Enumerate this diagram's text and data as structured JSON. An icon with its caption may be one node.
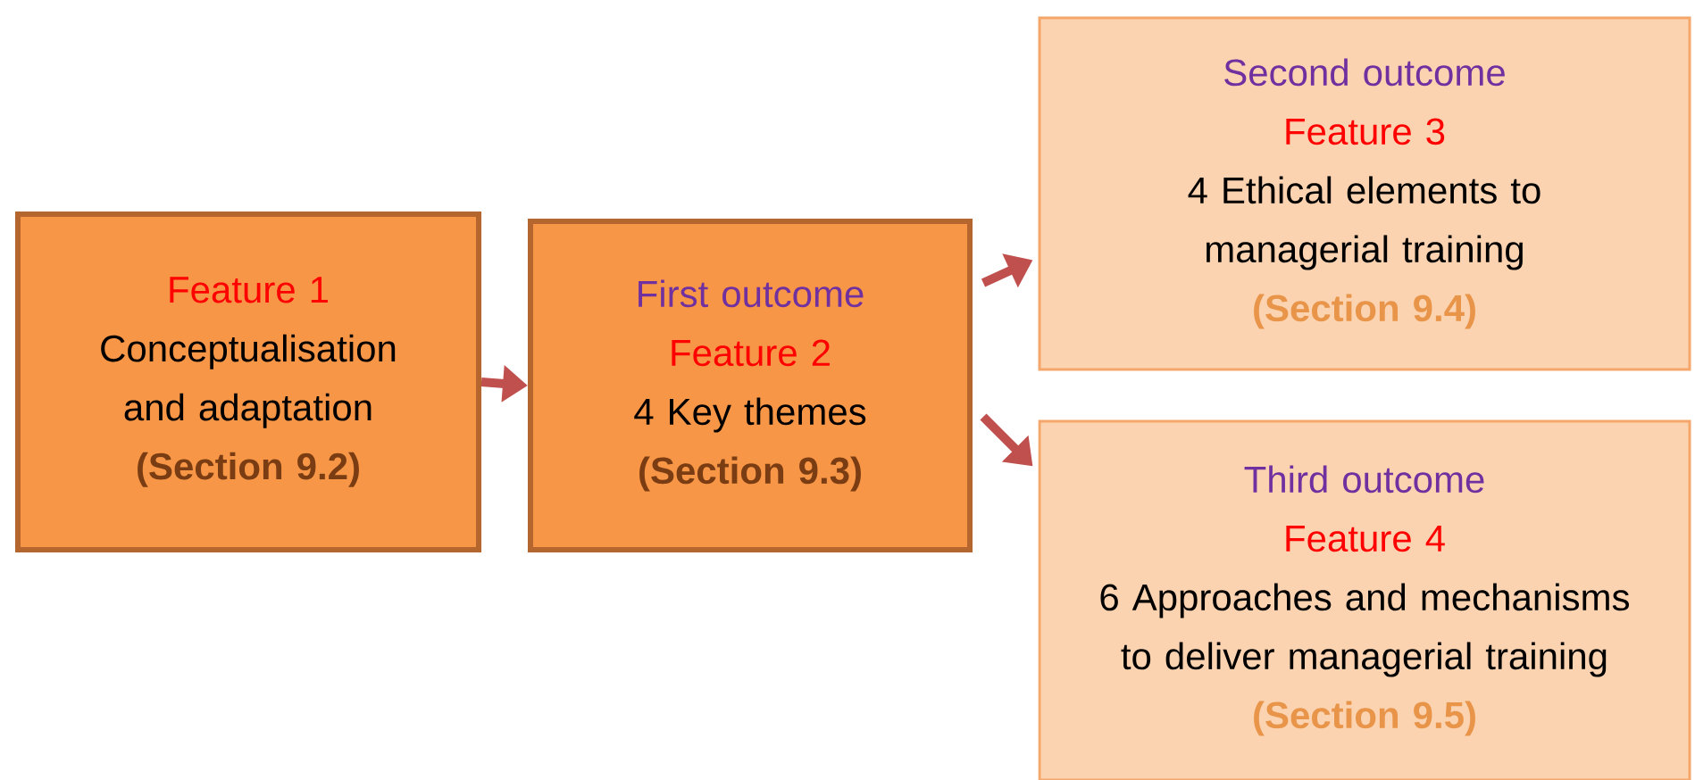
{
  "diagram": {
    "nodes": [
      {
        "text": [
          "Feature 1",
          "Conceptualisation and adaptation",
          "(Section 9.2)"
        ]
      },
      {
        "text": [
          "First outcome",
          "Feature 2",
          "4 Key themes",
          "(Section 9.3)"
        ]
      },
      {
        "text": [
          "Second outcome",
          "Feature 3",
          "4 Ethical elements to managerial training",
          "(Section 9.4)"
        ]
      },
      {
        "text": [
          "Third outcome",
          "Feature 4",
          "6 Approaches and mechanisms to deliver managerial training",
          "(Section 9.5)"
        ]
      }
    ],
    "edges": [
      {
        "from": 0,
        "to": 1,
        "arrow": "to"
      },
      {
        "from": 1,
        "to": 2,
        "arrow": "to"
      },
      {
        "from": 1,
        "to": 3,
        "arrow": "to"
      }
    ]
  }
}
